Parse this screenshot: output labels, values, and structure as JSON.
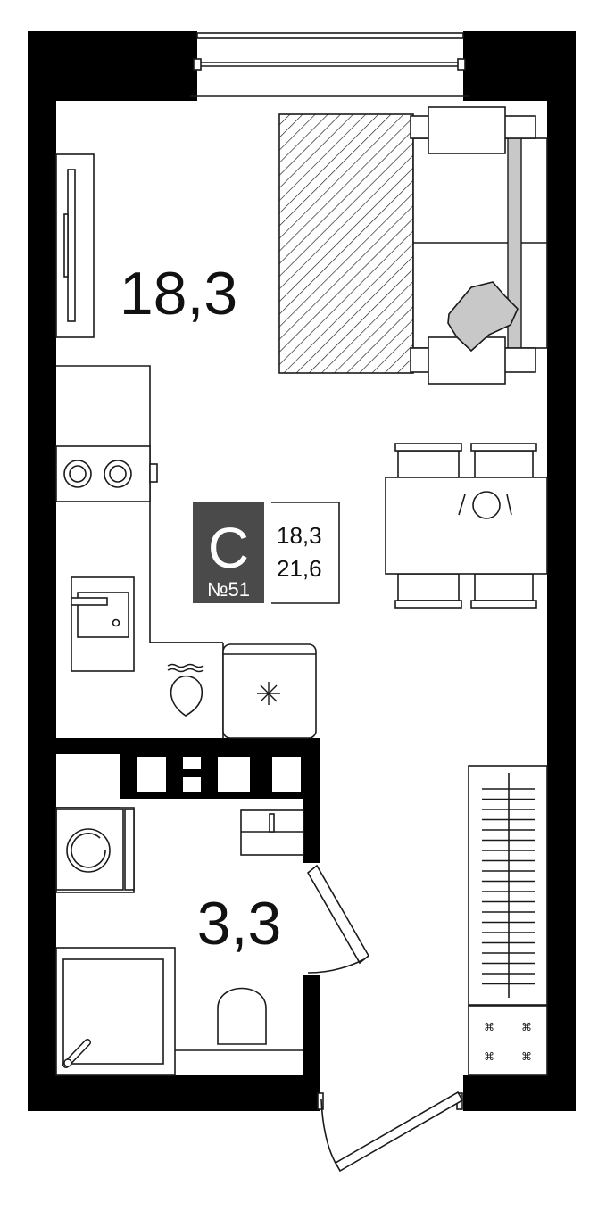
{
  "rooms": {
    "main_area": "18,3",
    "bathroom_area": "3,3"
  },
  "badge": {
    "type_letter": "С",
    "apartment_number": "№51",
    "living_area": "18,3",
    "total_area": "21,6",
    "badge_color": "#4a4a4a"
  },
  "colors": {
    "wall": "#000000",
    "line": "#1a1a1a",
    "gray_fill": "#c8c8c8",
    "background": "#ffffff"
  }
}
